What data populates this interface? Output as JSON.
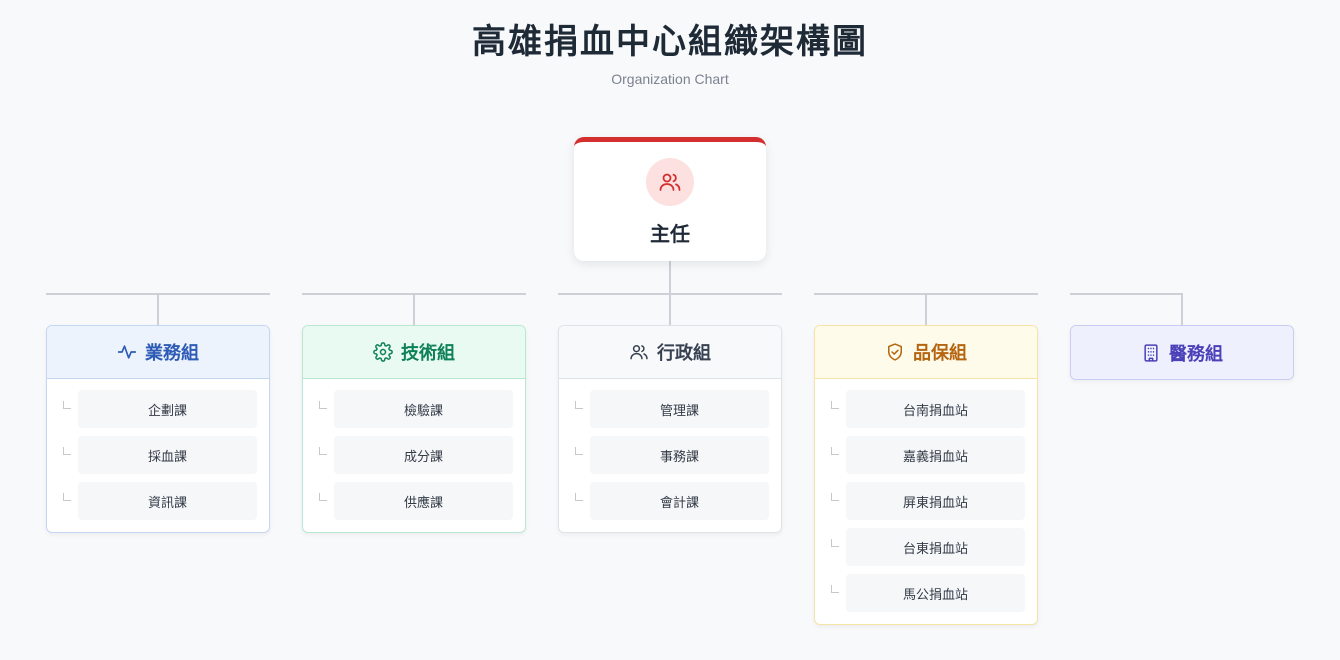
{
  "header": {
    "title": "高雄捐血中心組織架構圖",
    "subtitle": "Organization Chart"
  },
  "root": {
    "label": "主任",
    "icon": "users-icon",
    "accent_color": "#d32f2f"
  },
  "groups": [
    {
      "id": "business",
      "label": "業務組",
      "icon": "activity-icon",
      "color": "#2d5bb5",
      "units": [
        "企劃課",
        "採血課",
        "資訊課"
      ]
    },
    {
      "id": "technical",
      "label": "技術組",
      "icon": "gear-icon",
      "color": "#0f8159",
      "units": [
        "檢驗課",
        "成分課",
        "供應課"
      ]
    },
    {
      "id": "admin",
      "label": "行政組",
      "icon": "users-icon",
      "color": "#374151",
      "units": [
        "管理課",
        "事務課",
        "會計課"
      ]
    },
    {
      "id": "quality",
      "label": "品保組",
      "icon": "shield-check-icon",
      "color": "#b5650f",
      "units": [
        "台南捐血站",
        "嘉義捐血站",
        "屏東捐血站",
        "台東捐血站",
        "馬公捐血站"
      ]
    },
    {
      "id": "medical",
      "label": "醫務組",
      "icon": "building-icon",
      "color": "#4b40b8",
      "units": []
    }
  ]
}
